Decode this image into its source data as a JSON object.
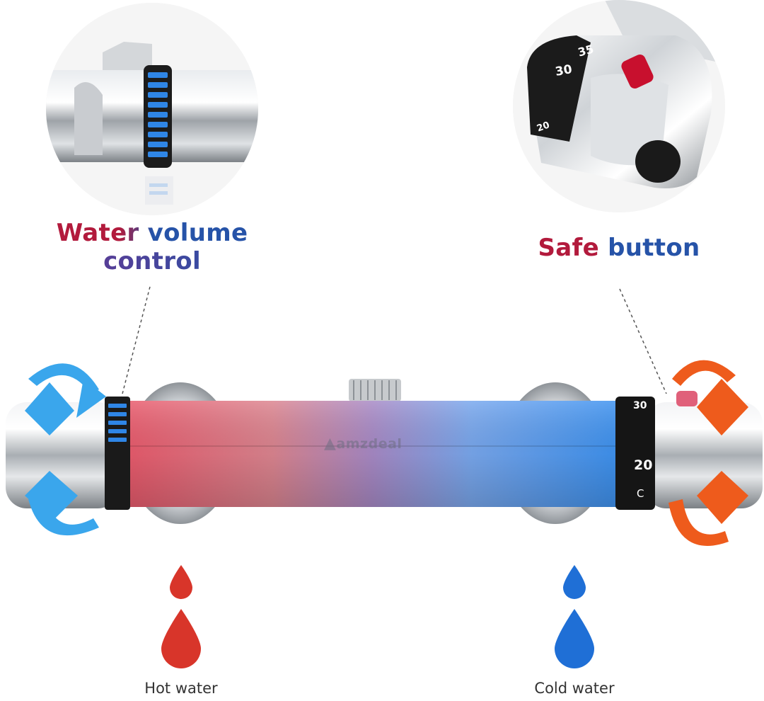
{
  "labels": {
    "water_volume_line1": "Water volume",
    "water_volume_line2": "control",
    "safe_word": "Safe",
    "button_word": "button",
    "hot_water": "Hot water",
    "cold_water": "Cold water",
    "watermark": "amzdeal"
  },
  "dial": {
    "main_30": "30",
    "main_20": "20",
    "main_c": "C",
    "inset_35": "35",
    "inset_30": "30",
    "inset_20": "20"
  },
  "colors": {
    "hot": "#d8352a",
    "cold": "#1f6fd6",
    "arrow_blue": "#3aa6ec",
    "arrow_orange": "#ee5b1c",
    "title_red": "#b21a3c",
    "title_blue": "#2653a8"
  },
  "icons": [
    "rotate-arrow-blue-icon",
    "rotate-arrow-orange-icon",
    "water-drop-hot-icon",
    "water-drop-cold-icon"
  ]
}
